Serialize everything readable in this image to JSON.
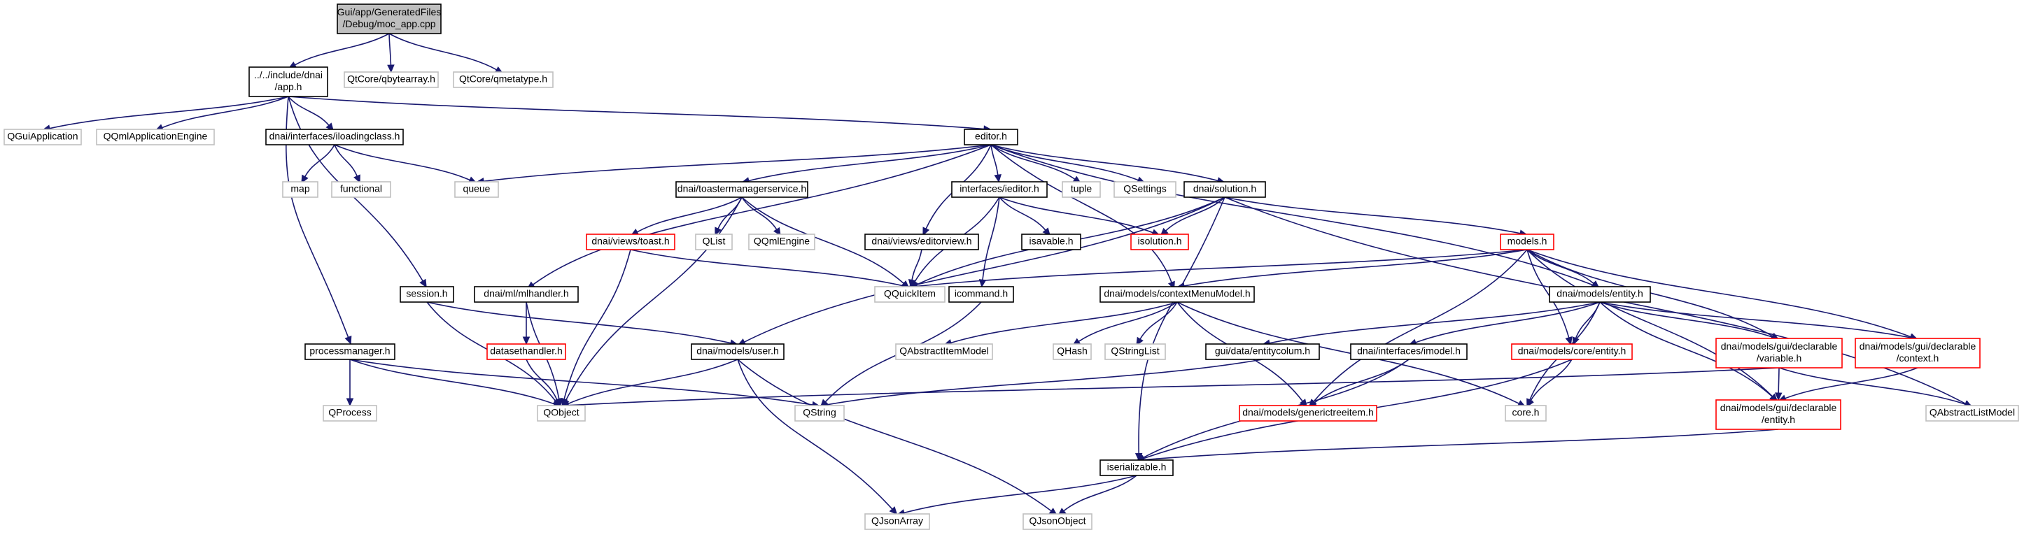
{
  "colors": {
    "edge": "#191970",
    "border_normal": "#000000",
    "border_missing": "#ff0000",
    "border_external": "#bfbfbf",
    "root_fill": "#bfbfbf"
  },
  "nodes": [
    {
      "id": "moc_app",
      "lines": [
        "Gui/app/GeneratedFiles",
        "/Debug/moc_app.cpp"
      ],
      "kind": "root"
    },
    {
      "id": "app_h",
      "lines": [
        "../../include/dnai",
        "/app.h"
      ],
      "kind": "normal"
    },
    {
      "id": "qbytearray",
      "lines": [
        "QtCore/qbytearray.h"
      ],
      "kind": "external"
    },
    {
      "id": "qmetatype",
      "lines": [
        "QtCore/qmetatype.h"
      ],
      "kind": "external"
    },
    {
      "id": "qguiapp",
      "lines": [
        "QGuiApplication"
      ],
      "kind": "external"
    },
    {
      "id": "qqmlappengine",
      "lines": [
        "QQmlApplicationEngine"
      ],
      "kind": "external"
    },
    {
      "id": "iloadingclass",
      "lines": [
        "dnai/interfaces/iloadingclass.h"
      ],
      "kind": "normal"
    },
    {
      "id": "map",
      "lines": [
        "map"
      ],
      "kind": "external"
    },
    {
      "id": "functional",
      "lines": [
        "functional"
      ],
      "kind": "external"
    },
    {
      "id": "queue",
      "lines": [
        "queue"
      ],
      "kind": "external"
    },
    {
      "id": "editor_h",
      "lines": [
        "editor.h"
      ],
      "kind": "normal"
    },
    {
      "id": "toastmgr",
      "lines": [
        "dnai/toastermanagerservice.h"
      ],
      "kind": "normal"
    },
    {
      "id": "ieditor",
      "lines": [
        "interfaces/ieditor.h"
      ],
      "kind": "normal"
    },
    {
      "id": "tuple",
      "lines": [
        "tuple"
      ],
      "kind": "external"
    },
    {
      "id": "qsettings",
      "lines": [
        "QSettings"
      ],
      "kind": "external"
    },
    {
      "id": "solution",
      "lines": [
        "dnai/solution.h"
      ],
      "kind": "normal"
    },
    {
      "id": "toast",
      "lines": [
        "dnai/views/toast.h"
      ],
      "kind": "missing"
    },
    {
      "id": "qlist",
      "lines": [
        "QList"
      ],
      "kind": "external"
    },
    {
      "id": "qqmlengine",
      "lines": [
        "QQmlEngine"
      ],
      "kind": "external"
    },
    {
      "id": "editorview",
      "lines": [
        "dnai/views/editorview.h"
      ],
      "kind": "normal"
    },
    {
      "id": "isavable",
      "lines": [
        "isavable.h"
      ],
      "kind": "normal"
    },
    {
      "id": "isolution",
      "lines": [
        "isolution.h"
      ],
      "kind": "missing"
    },
    {
      "id": "models_h",
      "lines": [
        "models.h"
      ],
      "kind": "missing"
    },
    {
      "id": "session",
      "lines": [
        "session.h"
      ],
      "kind": "normal"
    },
    {
      "id": "mlhandler",
      "lines": [
        "dnai/ml/mlhandler.h"
      ],
      "kind": "normal"
    },
    {
      "id": "qquickitem",
      "lines": [
        "QQuickItem"
      ],
      "kind": "external"
    },
    {
      "id": "icommand",
      "lines": [
        "icommand.h"
      ],
      "kind": "normal"
    },
    {
      "id": "ctxmenu",
      "lines": [
        "dnai/models/contextMenuModel.h"
      ],
      "kind": "normal"
    },
    {
      "id": "entity_h",
      "lines": [
        "dnai/models/entity.h"
      ],
      "kind": "normal"
    },
    {
      "id": "processmgr",
      "lines": [
        "processmanager.h"
      ],
      "kind": "normal"
    },
    {
      "id": "datasethandler",
      "lines": [
        "datasethandler.h"
      ],
      "kind": "missing"
    },
    {
      "id": "user_h",
      "lines": [
        "dnai/models/user.h"
      ],
      "kind": "normal"
    },
    {
      "id": "qabsitem",
      "lines": [
        "QAbstractItemModel"
      ],
      "kind": "external"
    },
    {
      "id": "qhash",
      "lines": [
        "QHash"
      ],
      "kind": "external"
    },
    {
      "id": "qstringlist",
      "lines": [
        "QStringList"
      ],
      "kind": "external"
    },
    {
      "id": "entitycolum",
      "lines": [
        "gui/data/entitycolum.h"
      ],
      "kind": "normal"
    },
    {
      "id": "imodel",
      "lines": [
        "dnai/interfaces/imodel.h"
      ],
      "kind": "normal"
    },
    {
      "id": "core_entity",
      "lines": [
        "dnai/models/core/entity.h"
      ],
      "kind": "missing"
    },
    {
      "id": "gui_variable",
      "lines": [
        "dnai/models/gui/declarable",
        "/variable.h"
      ],
      "kind": "missing"
    },
    {
      "id": "gui_context",
      "lines": [
        "dnai/models/gui/declarable",
        "/context.h"
      ],
      "kind": "missing"
    },
    {
      "id": "qprocess",
      "lines": [
        "QProcess"
      ],
      "kind": "external"
    },
    {
      "id": "qobject",
      "lines": [
        "QObject"
      ],
      "kind": "external"
    },
    {
      "id": "qstring",
      "lines": [
        "QString"
      ],
      "kind": "external"
    },
    {
      "id": "generictreeitem",
      "lines": [
        "dnai/models/generictreeitem.h"
      ],
      "kind": "missing"
    },
    {
      "id": "core_h",
      "lines": [
        "core.h"
      ],
      "kind": "external"
    },
    {
      "id": "gui_entity",
      "lines": [
        "dnai/models/gui/declarable",
        "/entity.h"
      ],
      "kind": "missing"
    },
    {
      "id": "qabslist",
      "lines": [
        "QAbstractListModel"
      ],
      "kind": "external"
    },
    {
      "id": "iserializable",
      "lines": [
        "iserializable.h"
      ],
      "kind": "normal"
    },
    {
      "id": "qjsonarray",
      "lines": [
        "QJsonArray"
      ],
      "kind": "external"
    },
    {
      "id": "qjsonobject",
      "lines": [
        "QJsonObject"
      ],
      "kind": "external"
    }
  ],
  "edges": [
    [
      "moc_app",
      "app_h"
    ],
    [
      "moc_app",
      "qbytearray"
    ],
    [
      "moc_app",
      "qmetatype"
    ],
    [
      "app_h",
      "qguiapp"
    ],
    [
      "app_h",
      "qqmlappengine"
    ],
    [
      "app_h",
      "iloadingclass"
    ],
    [
      "app_h",
      "editor_h"
    ],
    [
      "app_h",
      "session"
    ],
    [
      "app_h",
      "processmgr"
    ],
    [
      "iloadingclass",
      "map"
    ],
    [
      "iloadingclass",
      "functional"
    ],
    [
      "iloadingclass",
      "queue"
    ],
    [
      "editor_h",
      "queue"
    ],
    [
      "editor_h",
      "toastmgr"
    ],
    [
      "editor_h",
      "ieditor"
    ],
    [
      "editor_h",
      "tuple"
    ],
    [
      "editor_h",
      "qsettings"
    ],
    [
      "editor_h",
      "solution"
    ],
    [
      "editor_h",
      "editorview"
    ],
    [
      "editor_h",
      "mlhandler"
    ],
    [
      "editor_h",
      "ctxmenu"
    ],
    [
      "editor_h",
      "entity_h"
    ],
    [
      "toastmgr",
      "toast"
    ],
    [
      "toastmgr",
      "qlist"
    ],
    [
      "toastmgr",
      "qqmlengine"
    ],
    [
      "toastmgr",
      "qquickitem"
    ],
    [
      "toastmgr",
      "qobject"
    ],
    [
      "ieditor",
      "isavable"
    ],
    [
      "ieditor",
      "isolution"
    ],
    [
      "ieditor",
      "qquickitem"
    ],
    [
      "ieditor",
      "icommand"
    ],
    [
      "solution",
      "isolution"
    ],
    [
      "solution",
      "models_h"
    ],
    [
      "solution",
      "qquickitem"
    ],
    [
      "solution",
      "user_h"
    ],
    [
      "solution",
      "qabslist"
    ],
    [
      "solution",
      "iserializable"
    ],
    [
      "toast",
      "qquickitem"
    ],
    [
      "toast",
      "qobject"
    ],
    [
      "editorview",
      "qquickitem"
    ],
    [
      "models_h",
      "ctxmenu"
    ],
    [
      "models_h",
      "entity_h"
    ],
    [
      "models_h",
      "core_entity"
    ],
    [
      "models_h",
      "gui_variable"
    ],
    [
      "models_h",
      "gui_context"
    ],
    [
      "models_h",
      "gui_entity"
    ],
    [
      "models_h",
      "generictreeitem"
    ],
    [
      "models_h",
      "qquickitem"
    ],
    [
      "session",
      "user_h"
    ],
    [
      "session",
      "qobject"
    ],
    [
      "mlhandler",
      "datasethandler"
    ],
    [
      "mlhandler",
      "qobject"
    ],
    [
      "icommand",
      "qstring"
    ],
    [
      "ctxmenu",
      "qabsitem"
    ],
    [
      "ctxmenu",
      "qhash"
    ],
    [
      "ctxmenu",
      "qstringlist"
    ],
    [
      "ctxmenu",
      "generictreeitem"
    ],
    [
      "ctxmenu",
      "core_h"
    ],
    [
      "entity_h",
      "entitycolum"
    ],
    [
      "entity_h",
      "imodel"
    ],
    [
      "entity_h",
      "core_entity"
    ],
    [
      "entity_h",
      "gui_variable"
    ],
    [
      "entity_h",
      "gui_context"
    ],
    [
      "entity_h",
      "gui_entity"
    ],
    [
      "entity_h",
      "core_h"
    ],
    [
      "processmgr",
      "qprocess"
    ],
    [
      "processmgr",
      "qobject"
    ],
    [
      "processmgr",
      "qstring"
    ],
    [
      "datasethandler",
      "qobject"
    ],
    [
      "user_h",
      "qobject"
    ],
    [
      "user_h",
      "qjsonarray"
    ],
    [
      "user_h",
      "qjsonobject"
    ],
    [
      "entitycolum",
      "qstring"
    ],
    [
      "imodel",
      "generictreeitem"
    ],
    [
      "imodel",
      "iserializable"
    ],
    [
      "core_entity",
      "core_h"
    ],
    [
      "core_entity",
      "iserializable"
    ],
    [
      "gui_variable",
      "gui_entity"
    ],
    [
      "gui_variable",
      "qobject"
    ],
    [
      "gui_variable",
      "qabslist"
    ],
    [
      "gui_context",
      "gui_entity"
    ],
    [
      "gui_entity",
      "iserializable"
    ],
    [
      "iserializable",
      "qjsonarray"
    ],
    [
      "iserializable",
      "qjsonobject"
    ]
  ]
}
